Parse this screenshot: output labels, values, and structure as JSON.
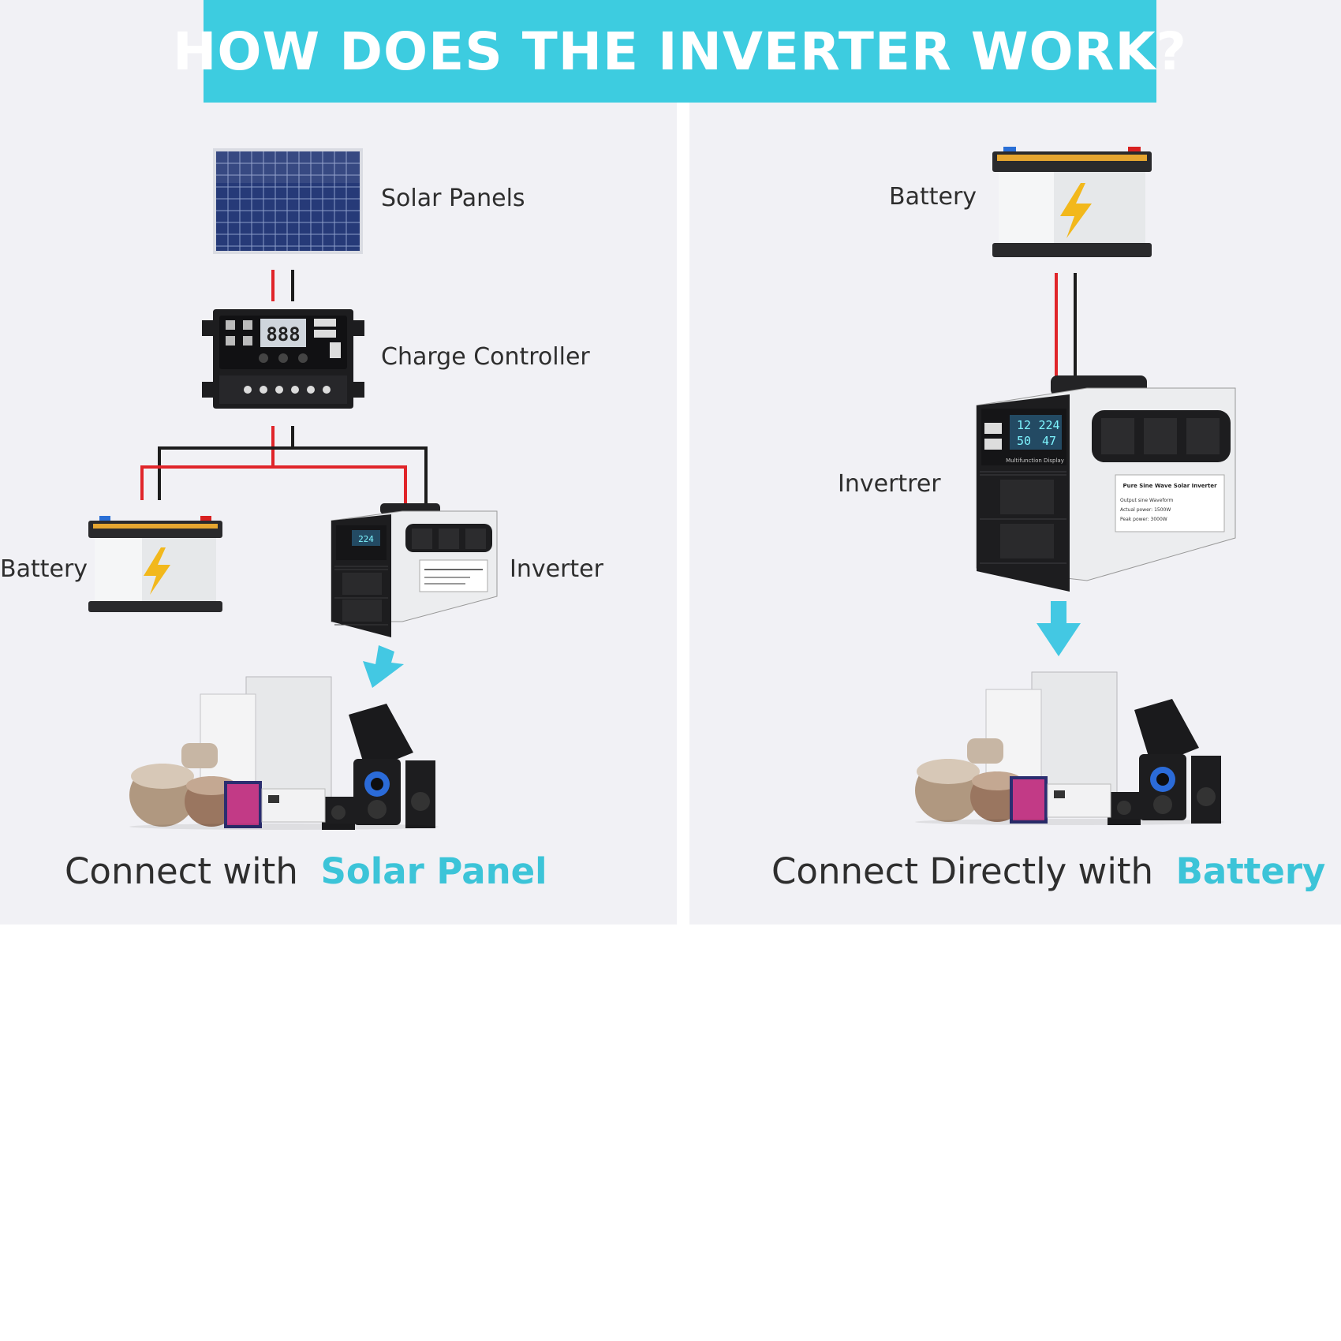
{
  "title": "HOW DOES THE INVERTER WORK?",
  "colors": {
    "banner": "#3dcce0",
    "accent_text": "#3cc4d8",
    "panel_background": "#f1f1f5",
    "wire_positive": "#e0252a",
    "wire_negative": "#1c1c1c",
    "arrow": "#43c8e3"
  },
  "left_diagram": {
    "labels": {
      "solar_panels": "Solar Panels",
      "charge_controller": "Charge Controller",
      "battery": "Battery",
      "inverter": "Inverter"
    },
    "caption": {
      "prefix": "Connect with",
      "highlight": "Solar Panel"
    }
  },
  "right_diagram": {
    "labels": {
      "battery": "Battery",
      "inverter": "Invertrer"
    },
    "caption": {
      "prefix": "Connect Directly with",
      "highlight": "Battery"
    }
  },
  "controller_display": {
    "reading": "888"
  },
  "inverter_display": {
    "brand_text": "Multifunction Display",
    "label_title": "Pure Sine Wave Solar Inverter",
    "spec_lines": [
      "Output sine Waveform",
      "Actual power: 1500W",
      "Peak power: 3000W"
    ],
    "readings": [
      "12",
      "224",
      "50",
      "47"
    ]
  },
  "icons": {
    "solar_panel": "solar-panel-icon",
    "charge_controller": "charge-controller-icon",
    "battery": "battery-icon",
    "inverter": "inverter-icon",
    "appliances": "appliances-icon",
    "arrow": "arrow-down-icon"
  }
}
